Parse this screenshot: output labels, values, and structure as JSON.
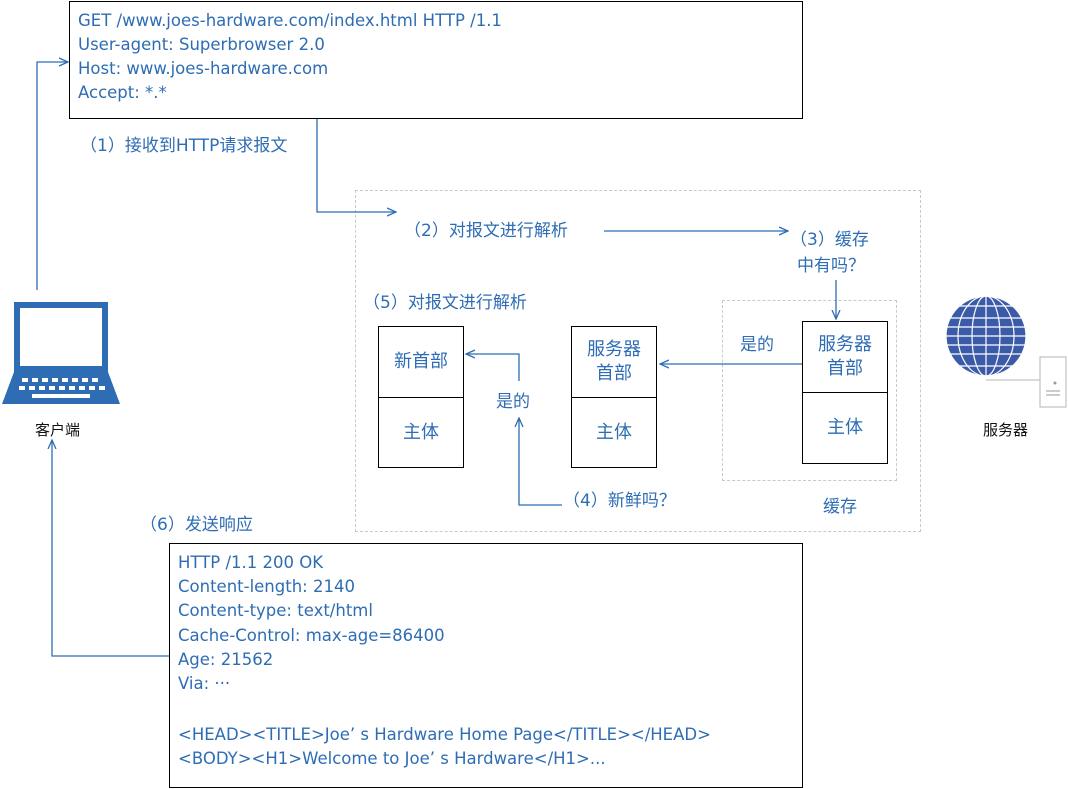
{
  "request_message": {
    "lines": [
      "GET /www.joes-hardware.com/index.html HTTP /1.1",
      "User-agent: Superbrowser 2.0",
      "Host: www.joes-hardware.com",
      "Accept: *.*"
    ]
  },
  "steps": {
    "step1": "（1）接收到HTTP请求报文",
    "step2": "（2）对报文进行解析",
    "step3_line1": "（3）缓存",
    "step3_line2": "中有吗？",
    "step4": "（4）新鲜吗？",
    "step5": "（5）对报文进行解析",
    "step6": "（6）发送响应"
  },
  "yes_labels": {
    "cache_hit": "是的",
    "fresh": "是的"
  },
  "new_message": {
    "header_label": "新首部",
    "body_label": "主体"
  },
  "server_copy": {
    "header_line1": "服务器",
    "header_line2": "首部",
    "body_label": "主体"
  },
  "cache_copy": {
    "header_line1": "服务器",
    "header_line2": "首部",
    "body_label": "主体"
  },
  "cache_label": "缓存",
  "client_label": "客户端",
  "server_label": "服务器",
  "icons": {
    "client": "computer-icon",
    "server": "globe-server-icon"
  },
  "response_message": {
    "header_lines": [
      "HTTP /1.1 200 OK",
      "Content-length: 2140",
      "Content-type: text/html",
      "Cache-Control: max-age=86400",
      "Age: 21562",
      "Via: ···"
    ],
    "body_lines": [
      "<HEAD><TITLE>Joe’ s Hardware Home Page</TITLE></HEAD>",
      "<BODY><H1>Welcome to Joe’ s Hardware</H1>..."
    ]
  },
  "colors": {
    "accent": "#2E6DB4",
    "globe": "#3B5BA9",
    "border": "#000000",
    "dashed": "#c9c9c9"
  }
}
